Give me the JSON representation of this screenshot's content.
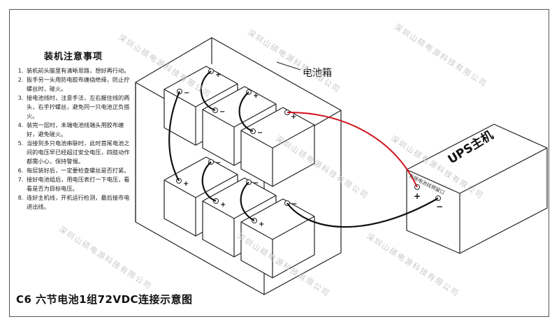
{
  "notes": {
    "title": "装机注意事项",
    "items": [
      "装机前头脑里有清晰思路，想好再行动。",
      "扳手另一头用防电胶布缠绕绝缘，防止拧螺丝时，碰火。",
      "接电池线时，注意手法，左右握住线的两头，右手拧螺丝，避免同一只电池正负搭火。",
      "装完一层时，未端电池线端头用胶布缠好，避免碰火。",
      "当接到多只电池串联时，此时首尾电池之间的电压早已经超过安全电压，四肢动作都需小心，保持警惕。",
      "每层装好后，一定要检查螺丝是否打紧。",
      "接好电池组后，用电压表打一下电压，看看是否为目标电压。",
      "连好主机线，开机运行检测，最后接市电进出线。"
    ]
  },
  "labels": {
    "battery_box": "电池箱",
    "ups_host": "UPS主机",
    "ups_port": "外接电池线预留口",
    "plus": "+",
    "minus": "−"
  },
  "caption": "C6  六节电池1组72VDC连接示意图",
  "watermark": "深圳山硕电源科技有限公司",
  "colors": {
    "positive_wire": "#d0121b",
    "negative_wire": "#111111",
    "outline": "#222222",
    "watermark": "#c8c8c8"
  },
  "diagram": {
    "battery_count": 6,
    "layers": 2,
    "batteries_per_layer": 3,
    "voltage": "72VDC"
  }
}
